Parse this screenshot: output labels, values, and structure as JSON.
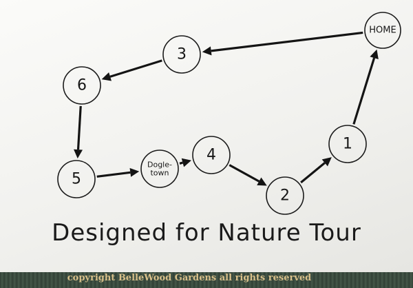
{
  "nodes": [
    {
      "id": "home",
      "label": "HOME",
      "lines": [
        "HOME"
      ]
    },
    {
      "id": "3",
      "label": "3",
      "lines": [
        "3"
      ]
    },
    {
      "id": "6",
      "label": "6",
      "lines": [
        "6"
      ]
    },
    {
      "id": "5",
      "label": "5",
      "lines": [
        "5"
      ]
    },
    {
      "id": "dogletown",
      "label": "Dogle-town",
      "lines": [
        "Dogle-",
        "town"
      ]
    },
    {
      "id": "4",
      "label": "4",
      "lines": [
        "4"
      ]
    },
    {
      "id": "2",
      "label": "2",
      "lines": [
        "2"
      ]
    },
    {
      "id": "1",
      "label": "1",
      "lines": [
        "1"
      ]
    }
  ],
  "edges": [
    {
      "from": "home",
      "to": "3"
    },
    {
      "from": "3",
      "to": "6"
    },
    {
      "from": "6",
      "to": "5"
    },
    {
      "from": "5",
      "to": "dogletown"
    },
    {
      "from": "dogletown",
      "to": "4"
    },
    {
      "from": "4",
      "to": "2"
    },
    {
      "from": "2",
      "to": "1"
    },
    {
      "from": "1",
      "to": "home"
    }
  ],
  "caption": "Designed for Nature Tour",
  "copyright": "copyright BelleWood Gardens all rights reserved",
  "colors": {
    "ink": "#141414",
    "card": "#f6f6f4",
    "copyright_text": "#d8c08a"
  }
}
